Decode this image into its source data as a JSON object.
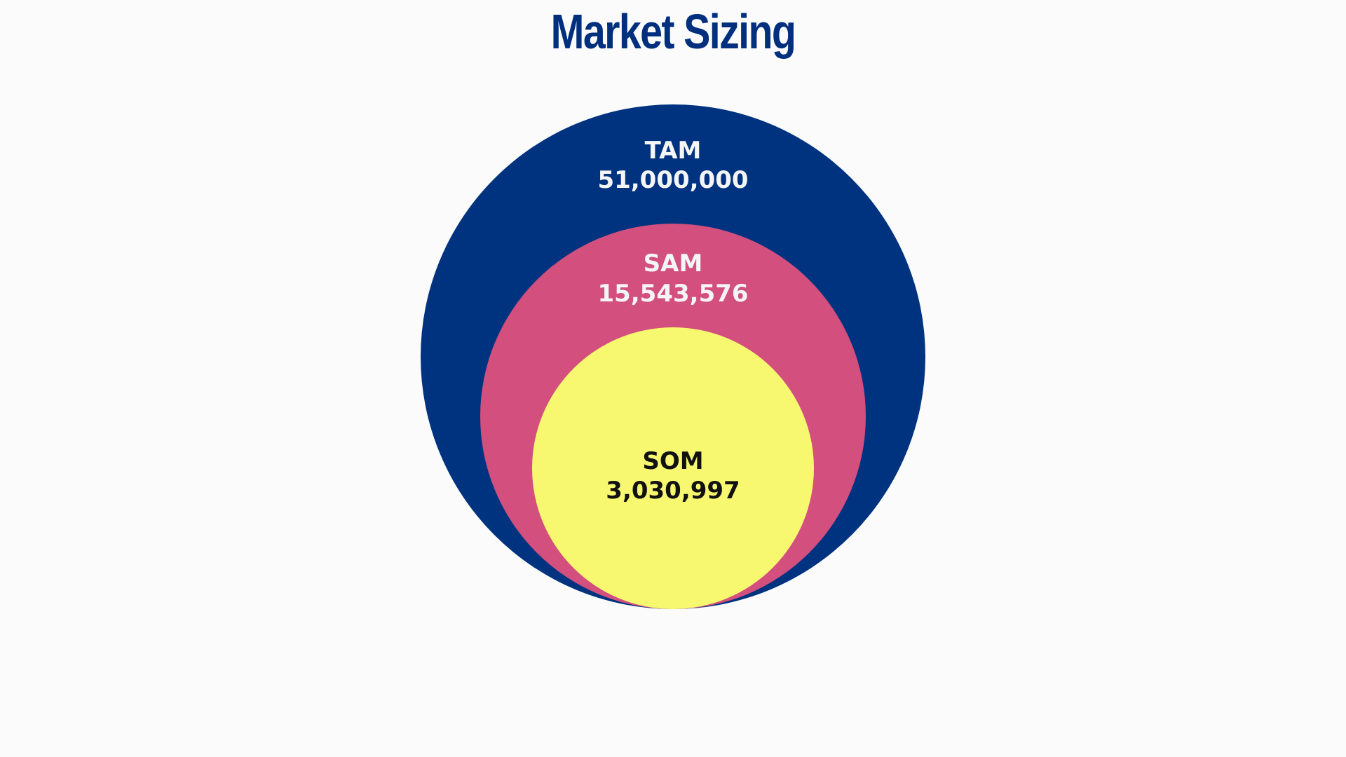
{
  "title": "Market Sizing",
  "colors": {
    "title": "#002f7d",
    "background": "#fbfbfb"
  },
  "circles": [
    {
      "label": "TAM",
      "value": "51,000,000",
      "amount": 51000000,
      "fill": "#00337f",
      "text_color": "#f5f5f5"
    },
    {
      "label": "SAM",
      "value": "15,543,576",
      "amount": 15543576,
      "fill": "#d24f7e",
      "text_color": "#f5f5f5"
    },
    {
      "label": "SOM",
      "value": "3,030,997",
      "amount": 3030997,
      "fill": "#f8f870",
      "text_color": "#111111"
    }
  ]
}
